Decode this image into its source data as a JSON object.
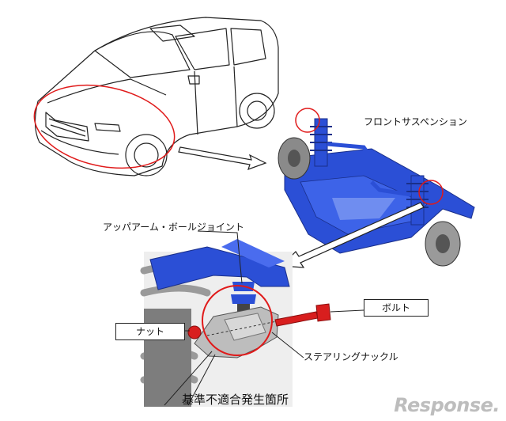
{
  "labels": {
    "front_suspension": "フロントサスペンション",
    "upper_arm_ball_joint": "アッパアーム・ボールジョイント",
    "bolt": "ボルト",
    "nut": "ナット",
    "steering_knuckle": "ステアリングナックル",
    "defect_location": "基準不適合発生箇所"
  },
  "watermark": "Response.",
  "colors": {
    "highlight_circle": "#e01a1a",
    "suspension_blue": "#2b4fd6",
    "bolt_red": "#d81e1e",
    "line_art": "#222222"
  }
}
